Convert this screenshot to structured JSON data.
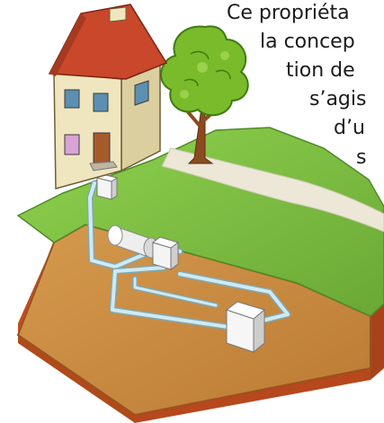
{
  "text_block": {
    "lines": [
      "Ce propriéta",
      "la concep",
      "tion de",
      "s’agis",
      "d’u",
      "s"
    ]
  },
  "illustration": {
    "subject": "house-with-underground-septic-system",
    "colors": {
      "grass": "#7cc243",
      "soil": "#c8873a",
      "soil_edge": "#9a5220",
      "wall": "#efe6bf",
      "roof": "#c9472a",
      "tree": "#79bb2a",
      "trunk": "#8c4a20",
      "pipe": "#c9e7ef",
      "tank": "#f6f6f6"
    }
  }
}
